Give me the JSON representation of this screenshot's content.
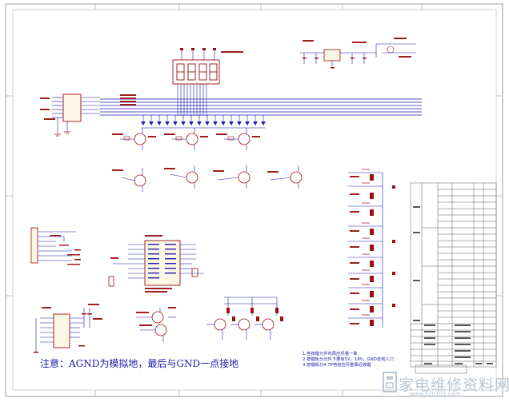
{
  "note": "注意：AGND为模拟地，最后与GND一点接地",
  "requirements": [
    "1.各按键元件布局应尽量一致",
    "2.按键板分元件下要有5V，18V，GND走线入口",
    "3.按键板分4.7P电容应尽量靠近按键"
  ],
  "watermark": {
    "text": "家电维修资料网",
    "url": "www.520101.com"
  },
  "colors": {
    "wire": "#1c1cae",
    "component": "#9b1010",
    "label": "#a11d1d",
    "border": "#6a6a6a"
  }
}
